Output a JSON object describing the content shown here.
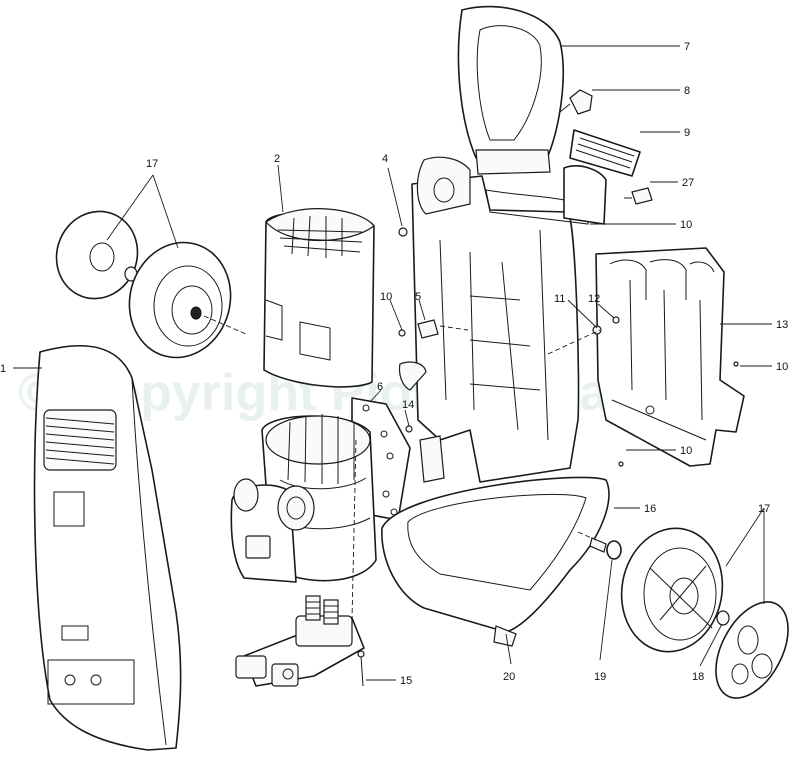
{
  "watermark": "© Copyright Pioneer Manuf",
  "callouts": {
    "c1": "1",
    "c2": "2",
    "c4": "4",
    "c5": "5",
    "c6": "6",
    "c7": "7",
    "c8": "8",
    "c9": "9",
    "c10a": "10",
    "c10b": "10",
    "c10c": "10",
    "c10d": "10",
    "c11": "11",
    "c12": "12",
    "c13": "13",
    "c14": "14",
    "c15": "15",
    "c16": "16",
    "c17a": "17",
    "c17b": "17",
    "c18": "18",
    "c19": "19",
    "c20": "20",
    "c27": "27"
  }
}
